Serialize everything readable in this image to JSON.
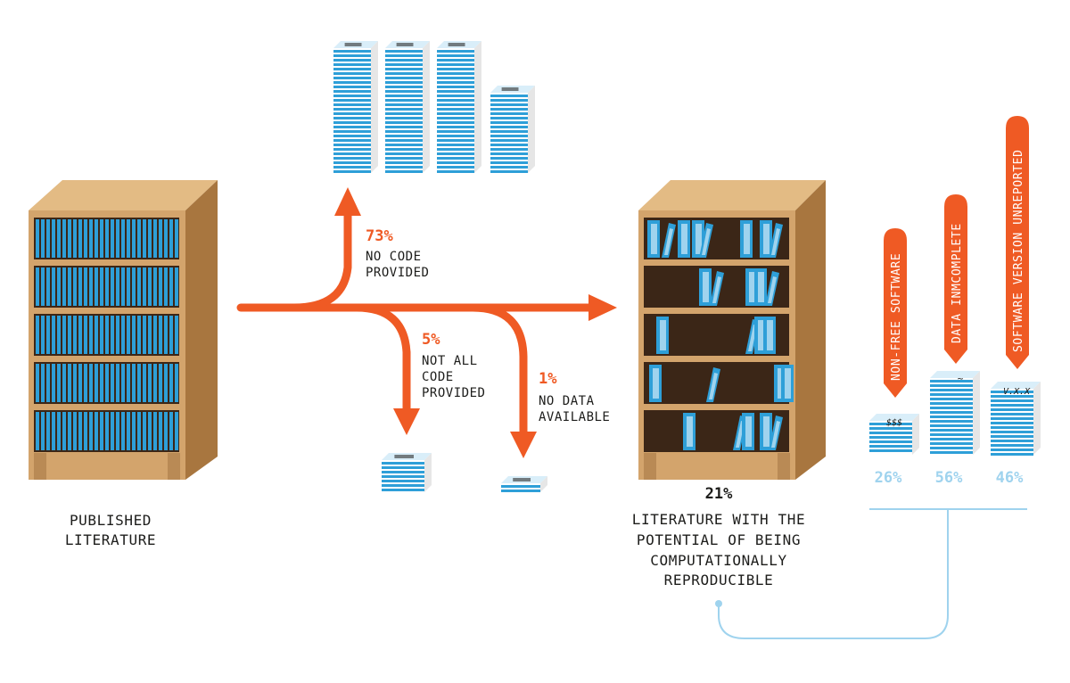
{
  "colors": {
    "orange": "#ef5a24",
    "book_blue": "#2e9fd8",
    "light_blue": "#9fd3ee",
    "wood": "#d3a46c",
    "wood_side": "#a8763f",
    "shelf_dark": "#3b2617",
    "text": "#1d1d1b"
  },
  "left_shelf": {
    "label_line1": "PUBLISHED",
    "label_line2": "LITERATURE",
    "icon": "full-bookshelf-icon"
  },
  "branches": [
    {
      "pct": "73%",
      "line1": "NO CODE",
      "line2": "PROVIDED",
      "line3": ""
    },
    {
      "pct": "5%",
      "line1": "NOT ALL",
      "line2": "CODE",
      "line3": "PROVIDED"
    },
    {
      "pct": "1%",
      "line1": "NO DATA",
      "line2": "AVAILABLE",
      "line3": ""
    }
  ],
  "right_shelf": {
    "pct": "21%",
    "line1": "LITERATURE WITH THE",
    "line2": "POTENTIAL OF BEING",
    "line3": "COMPUTATIONALLY",
    "line4": "REPRODUCIBLE",
    "icon": "sparse-bookshelf-icon"
  },
  "issues": [
    {
      "tag": "NON-FREE SOFTWARE",
      "pct": "26%",
      "cover_mark": "$$$"
    },
    {
      "tag": "DATA INMCOMPLETE",
      "pct": "56%",
      "cover_mark": "~"
    },
    {
      "tag": "SOFTWARE VERSION UNREPORTED",
      "pct": "46%",
      "cover_mark": "V.X.X"
    }
  ]
}
